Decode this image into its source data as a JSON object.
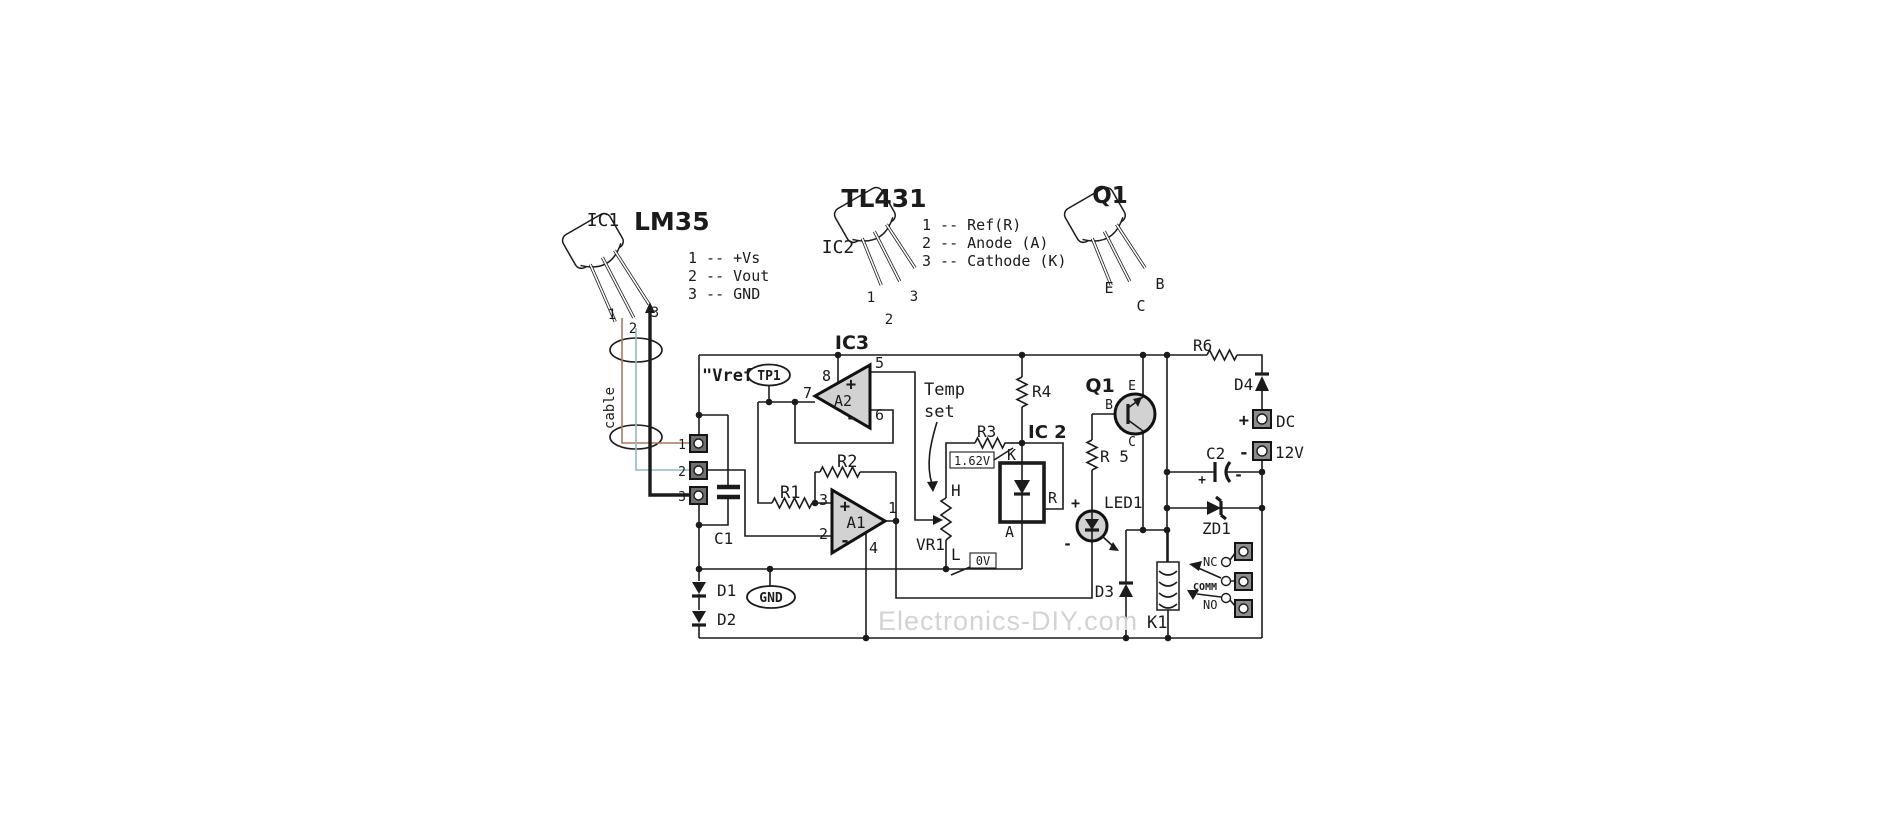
{
  "watermark": "Electronics-DIY.com",
  "pinouts": {
    "ic1_ref": "IC1",
    "ic1_part": "LM35",
    "ic1_pins": [
      "1 -- +Vs",
      "2 -- Vout",
      "3 -- GND"
    ],
    "ic1_leads": [
      "1",
      "2",
      "3"
    ],
    "cable": "cable",
    "ic2_ref": "IC2",
    "ic2_part": "TL431",
    "ic2_pins": [
      "1 -- Ref(R)",
      "2 -- Anode (A)",
      "3 -- Cathode (K)"
    ],
    "ic2_leads": [
      "1",
      "2",
      "3"
    ],
    "q1_ref": "Q1",
    "q1_leads": [
      "E",
      "C",
      "B"
    ]
  },
  "labels": {
    "vref": "\"Vref\"",
    "tp1": "TP1",
    "gnd": "GND",
    "zero_v": "0V",
    "ref_v": "1.62V",
    "ic3": "IC3",
    "a2": "A2",
    "a1": "A1",
    "ic2_box": "IC 2",
    "r1": "R1",
    "r2": "R2",
    "r3": "R3",
    "r4": "R4",
    "r5": "R 5",
    "r6": "R6",
    "c1": "C1",
    "c2": "C2",
    "vr1": "VR1",
    "h": "H",
    "l": "L",
    "k": "K",
    "a": "A",
    "r": "R",
    "q1": "Q1",
    "b": "B",
    "e": "E",
    "c": "C",
    "led1": "LED1",
    "d1": "D1",
    "d2": "D2",
    "d3": "D3",
    "d4": "D4",
    "zd1": "ZD1",
    "k1": "K1",
    "nc": "NC",
    "comm": "COMM",
    "no": "NO",
    "plus": "+",
    "minus": "-",
    "dc": "DC",
    "v12": "12V",
    "t1": "1",
    "t2": "2",
    "t3": "3",
    "a2_p8": "8",
    "a2_p7": "7",
    "a2_p5": "5",
    "a2_p6": "6",
    "a1_p3": "3",
    "a1_p2": "2",
    "a1_p1": "1",
    "a1_p4": "4",
    "temp1": "Temp",
    "temp2": "set"
  }
}
